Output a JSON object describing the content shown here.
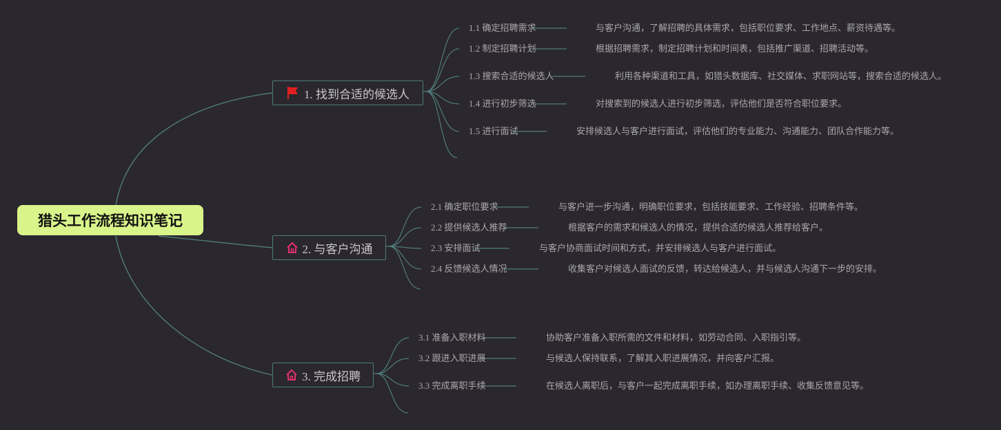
{
  "title": "猎头工作流程知识笔记",
  "branches": [
    {
      "label": "1. 找到合适的候选人",
      "icon": "red-flag-icon",
      "items": [
        {
          "label": "1.1 确定招聘需求",
          "desc": "与客户沟通，了解招聘的具体需求，包括职位要求、工作地点、薪资待遇等。"
        },
        {
          "label": "1.2 制定招聘计划",
          "desc": "根据招聘需求，制定招聘计划和时间表，包括推广渠道、招聘活动等。"
        },
        {
          "label": "1.3 搜索合适的候选人",
          "desc": "利用各种渠道和工具，如猎头数据库、社交媒体、求职网站等，搜索合适的候选人。"
        },
        {
          "label": "1.4 进行初步筛选",
          "desc": "对搜索到的候选人进行初步筛选，评估他们是否符合职位要求。"
        },
        {
          "label": "1.5 进行面试",
          "desc": "安排候选人与客户进行面试，评估他们的专业能力、沟通能力、团队合作能力等。"
        }
      ]
    },
    {
      "label": "2. 与客户沟通",
      "icon": "house-icon",
      "items": [
        {
          "label": "2.1 确定职位要求",
          "desc": "与客户进一步沟通，明确职位要求，包括技能要求、工作经验、招聘条件等。"
        },
        {
          "label": "2.2 提供候选人推荐",
          "desc": "根据客户的需求和候选人的情况，提供合适的候选人推荐给客户。"
        },
        {
          "label": "2.3 安排面试",
          "desc": "与客户协商面试时间和方式，并安排候选人与客户进行面试。"
        },
        {
          "label": "2.4 反馈候选人情况",
          "desc": "收集客户对候选人面试的反馈，转达给候选人，并与候选人沟通下一步的安排。"
        }
      ]
    },
    {
      "label": "3. 完成招聘",
      "icon": "house-icon",
      "items": [
        {
          "label": "3.1 准备入职材料",
          "desc": "协助客户准备入职所需的文件和材料，如劳动合同、入职指引等。"
        },
        {
          "label": "3.2 跟进入职进展",
          "desc": "与候选人保持联系，了解其入职进展情况，并向客户汇报。"
        },
        {
          "label": "3.3 完成离职手续",
          "desc": "在候选人离职后，与客户一起完成离职手续，如办理离职手续、收集反馈意见等。"
        }
      ]
    }
  ],
  "colors": {
    "background": "#2b272e",
    "root_fill": "#d9f48a",
    "connector": "#4f7d7b",
    "text": "#a9a9a9",
    "flag": "#e02020",
    "house": "#e0306a"
  }
}
